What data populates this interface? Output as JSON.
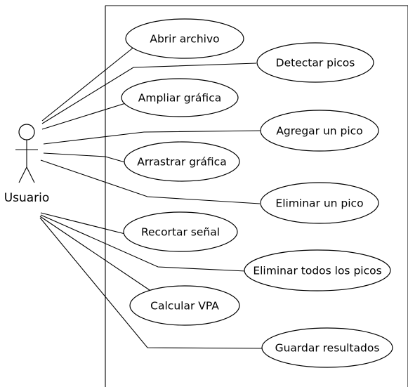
{
  "actor": {
    "label": "Usuario",
    "icon": "stick-figure-icon"
  },
  "use_cases": [
    "Abrir archivo",
    "Detectar picos",
    "Ampliar gráfica",
    "Agregar un pico",
    "Arrastrar gráfica",
    "Eliminar un pico",
    "Recortar señal",
    "Eliminar todos los picos",
    "Calcular VPA",
    "Guardar resultados"
  ]
}
